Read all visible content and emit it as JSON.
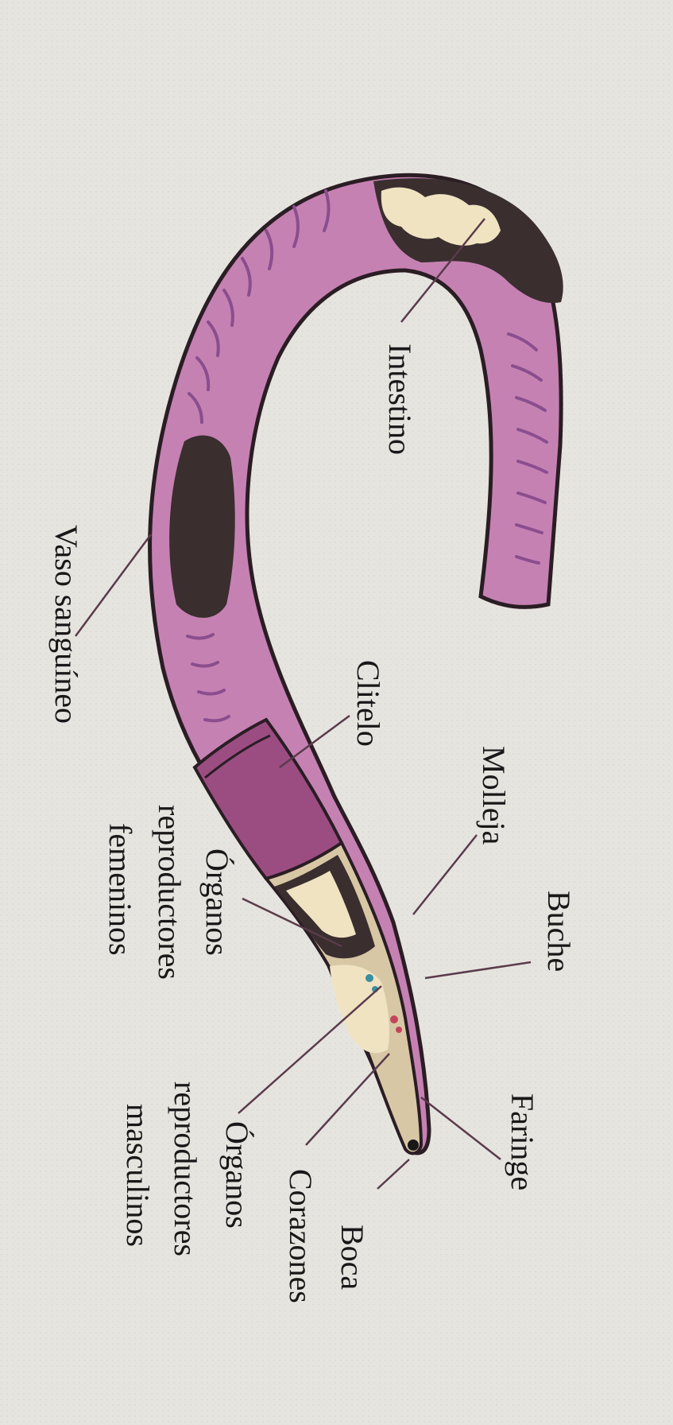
{
  "labels": {
    "intestino": "Intestino",
    "vaso": "Vaso sanguíneo",
    "clitelo": "Clitelo",
    "molleja": "Molleja",
    "buche": "Buche",
    "faringe": "Faringe",
    "organos_fem": [
      "Órganos",
      "reproductores",
      "femeninos"
    ],
    "organos_masc": [
      "Órganos",
      "reproductores",
      "masculinos"
    ],
    "corazones": "Corazones",
    "boca": "Boca"
  },
  "colors": {
    "background": "#e6e4df",
    "body": "#c681b3",
    "clitellum": "#9b4d82",
    "outline": "#2a1d24",
    "gut": "#3a2e2f",
    "gut_content": "#efe3c2",
    "foregut": "#d8c7a4",
    "segment": "#8a4e8e",
    "leader": "#5a3b4b"
  }
}
